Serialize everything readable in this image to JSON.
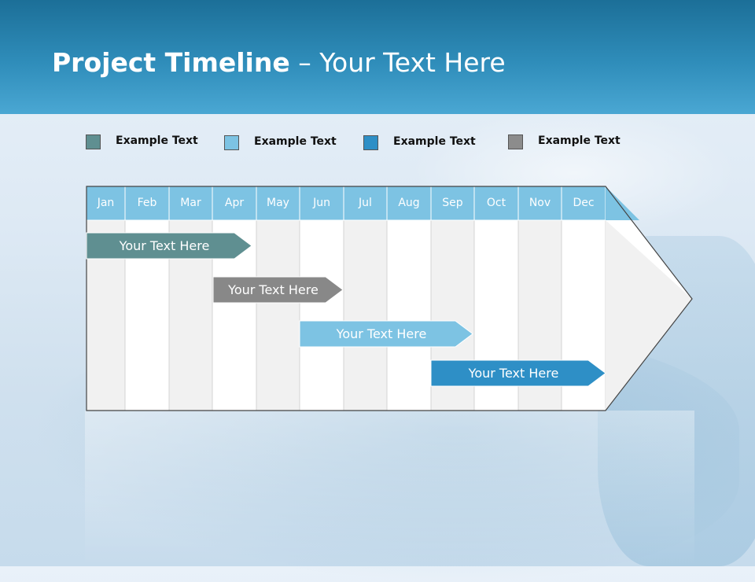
{
  "title": {
    "bold": "Project Timeline",
    "rest": " – Your Text Here"
  },
  "legend": [
    {
      "label": "Example Text",
      "color": "#5f8f91"
    },
    {
      "label": "Example Text",
      "color": "#7dc3e3"
    },
    {
      "label": "Example Text",
      "color": "#2e8fc6"
    },
    {
      "label": "Example Text",
      "color": "#8c8c8c"
    }
  ],
  "months": [
    "Jan",
    "Feb",
    "Mar",
    "Apr",
    "May",
    "Jun",
    "Jul",
    "Aug",
    "Sep",
    "Oct",
    "Nov",
    "Dec"
  ],
  "tasks": [
    {
      "label": "Your  Text Here",
      "color": "#5f8f91",
      "start_month": "Jan",
      "end_month": "Apr"
    },
    {
      "label": "Your  Text Here",
      "color": "#888888",
      "start_month": "Apr",
      "end_month": "Jun"
    },
    {
      "label": "Your  Text Here",
      "color": "#7dc3e3",
      "start_month": "Jun",
      "end_month": "Sep"
    },
    {
      "label": "Your  Text Here",
      "color": "#2e8fc6",
      "start_month": "Sep",
      "end_month": "Dec"
    }
  ],
  "colors": {
    "header_band": "#2f8dba",
    "month_header": "#7dc3e3",
    "column_light": "#f1f1f1",
    "column_white": "#ffffff"
  }
}
